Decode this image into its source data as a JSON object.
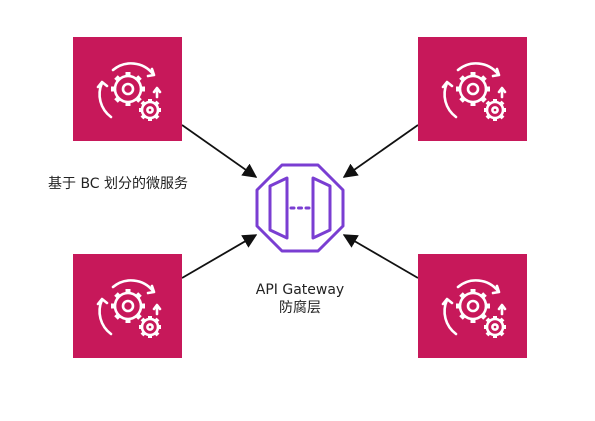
{
  "colors": {
    "service_fill": "#c7185a",
    "service_icon": "#ffffff",
    "gateway_stroke": "#7a3ed2",
    "arrow": "#111111",
    "text": "#222222"
  },
  "services": [
    {
      "id": "top-left",
      "icon": "gears-cycle-icon"
    },
    {
      "id": "top-right",
      "icon": "gears-cycle-icon"
    },
    {
      "id": "bottom-left",
      "icon": "gears-cycle-icon"
    },
    {
      "id": "bottom-right",
      "icon": "gears-cycle-icon"
    }
  ],
  "gateway": {
    "icon": "api-gateway-icon",
    "label_line1": "API Gateway",
    "label_line2": "防腐层"
  },
  "bc_label": "基于 BC 划分的微服务"
}
